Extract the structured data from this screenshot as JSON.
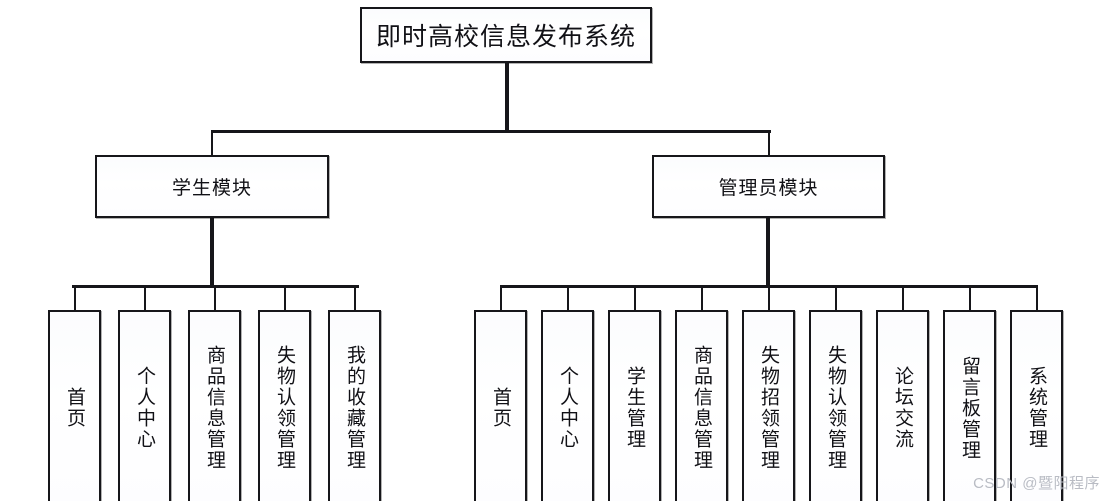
{
  "diagram": {
    "type": "tree",
    "title": "即时高校信息发布系统",
    "watermark": "CSDN @暨阳程序",
    "colors": {
      "line": "#16161a",
      "box_fill": "#ffffff",
      "text": "#111116",
      "watermark": "#b9bcc4"
    },
    "modules": [
      {
        "id": "student",
        "label": "学生模块",
        "leaves": [
          {
            "label": "首页"
          },
          {
            "label": "个人中心"
          },
          {
            "label": "商品信息管理"
          },
          {
            "label": "失物认领管理"
          },
          {
            "label": "我的收藏管理"
          }
        ]
      },
      {
        "id": "admin",
        "label": "管理员模块",
        "leaves": [
          {
            "label": "首页"
          },
          {
            "label": "个人中心"
          },
          {
            "label": "学生管理"
          },
          {
            "label": "商品信息管理"
          },
          {
            "label": "失物招领管理"
          },
          {
            "label": "失物认领管理"
          },
          {
            "label": "论坛交流"
          },
          {
            "label": "留言板管理"
          },
          {
            "label": "系统管理"
          }
        ]
      }
    ]
  }
}
